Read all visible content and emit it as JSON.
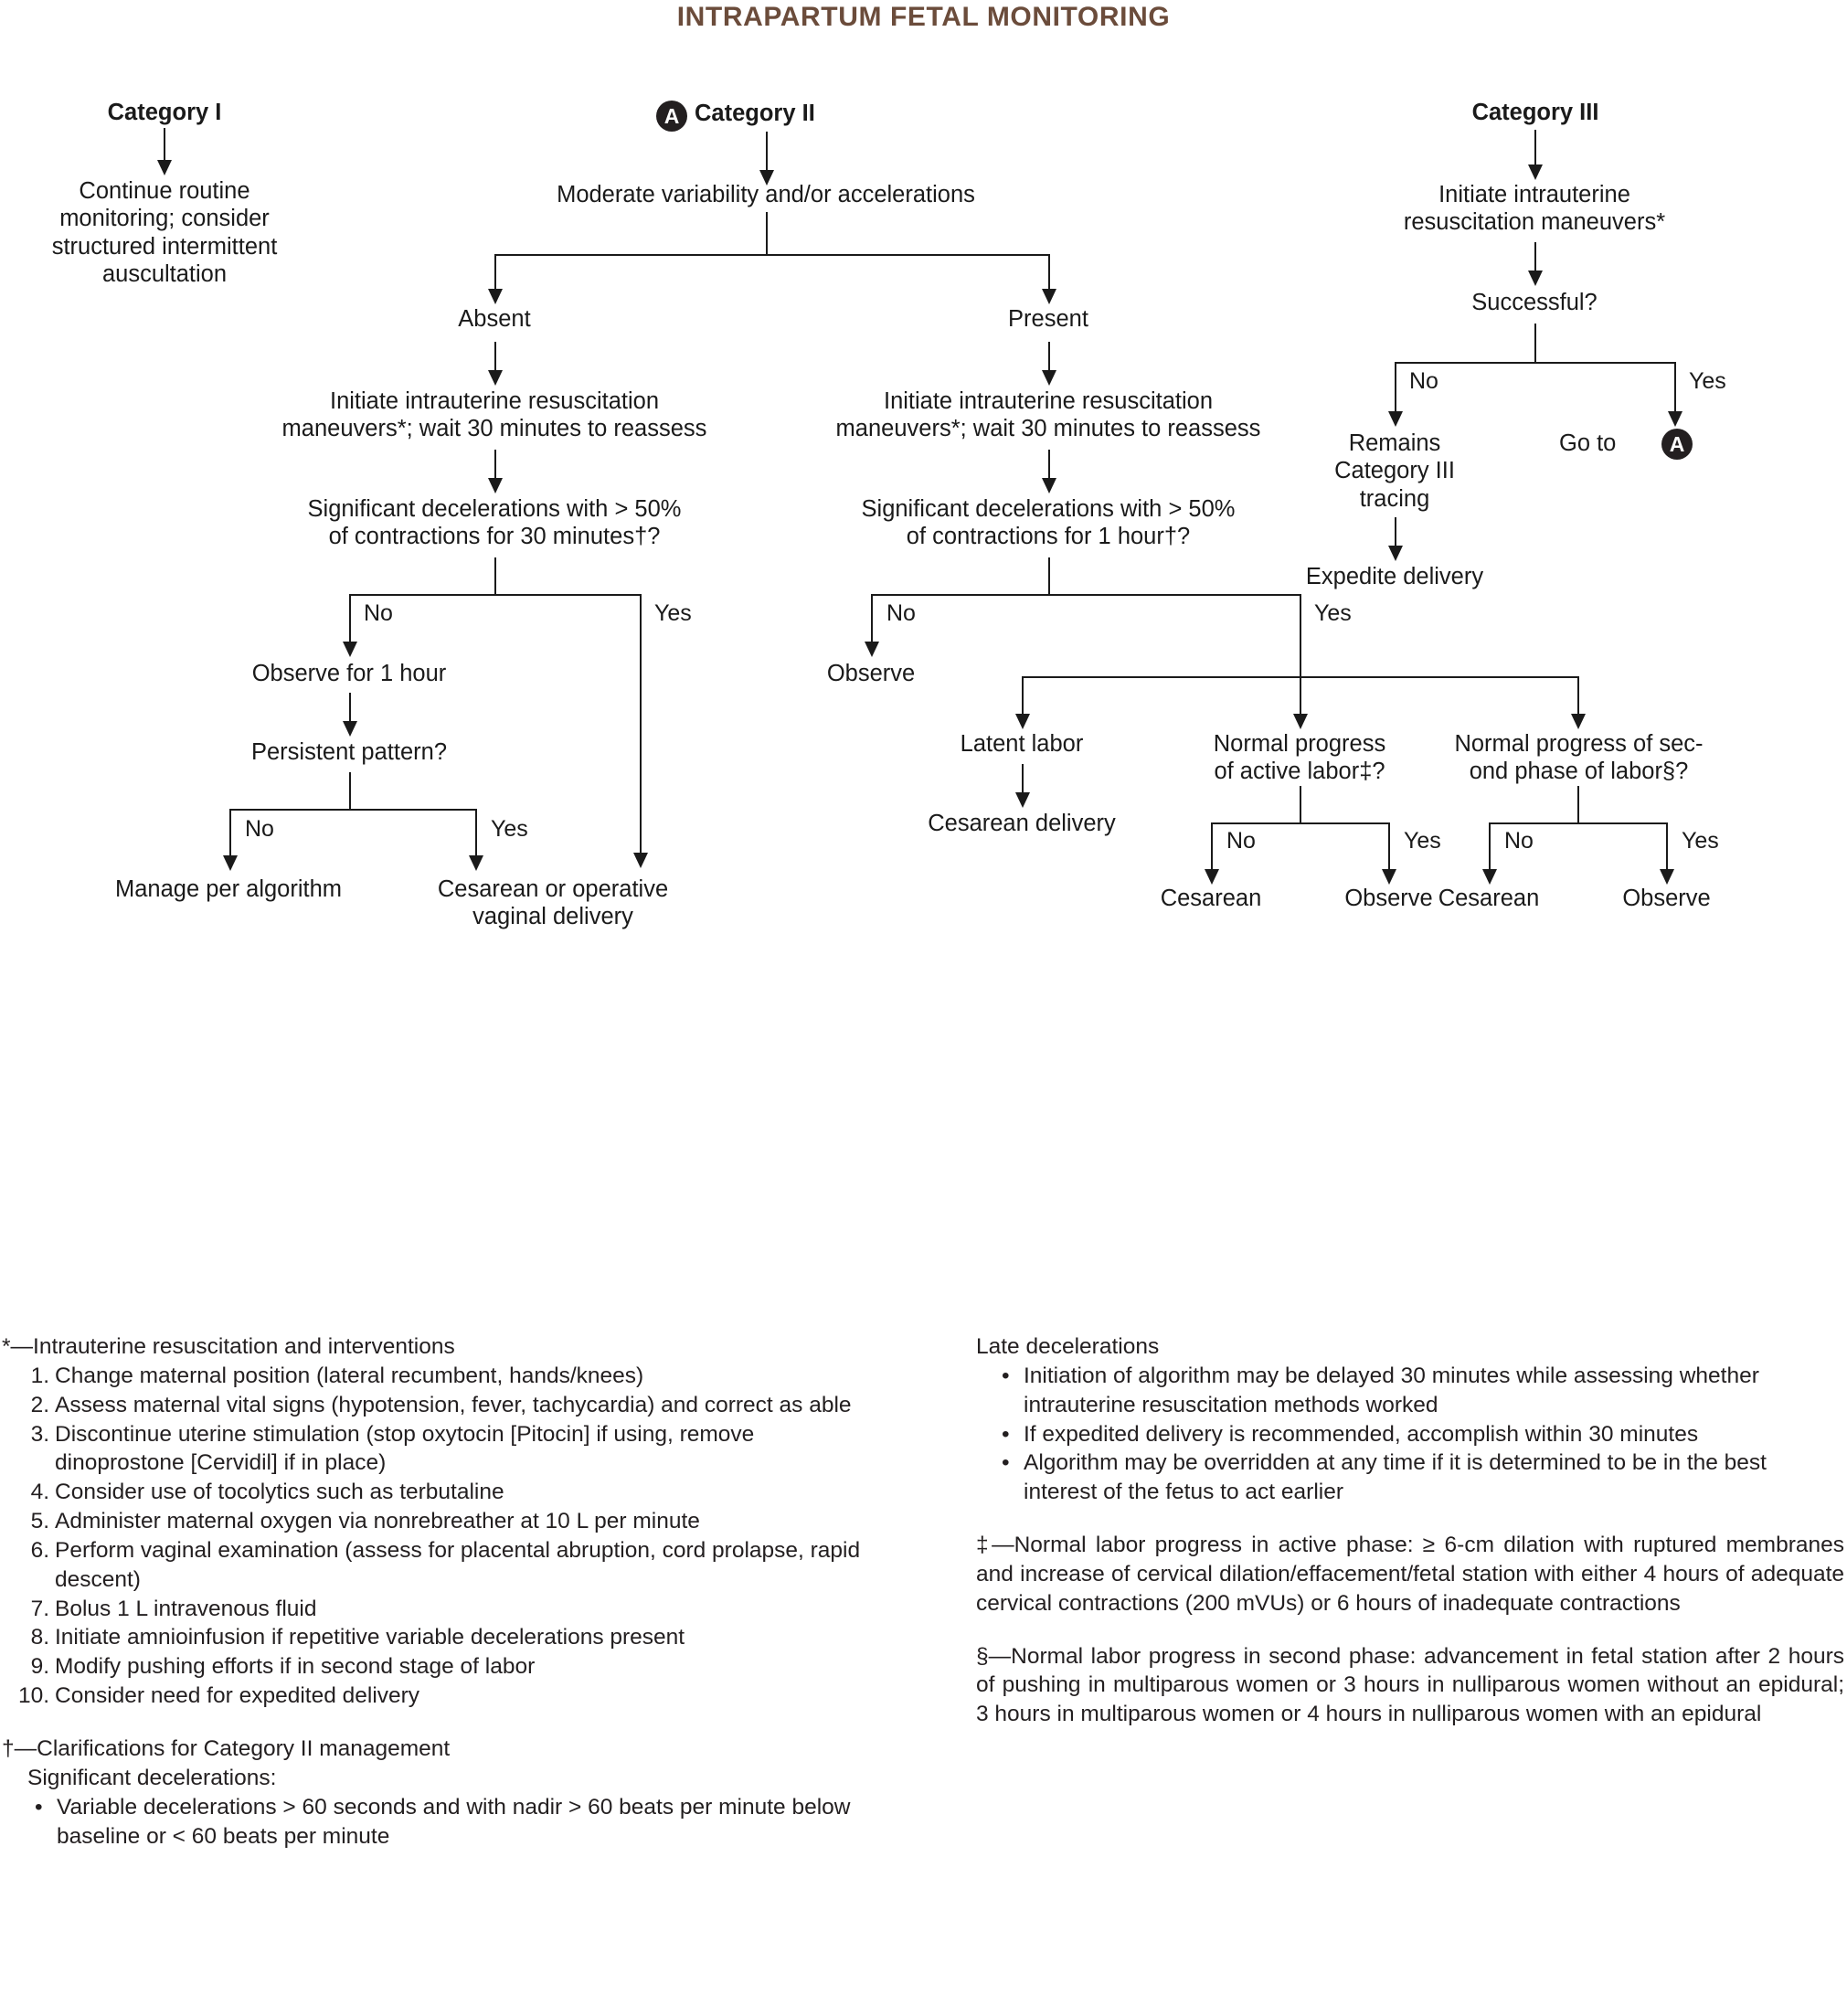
{
  "title": "INTRAPARTUM FETAL MONITORING",
  "title_color": "#6b4c3b",
  "badge": {
    "label": "A",
    "name": "circle-a-badge"
  },
  "branches": {
    "cat1": {
      "header": "Category I",
      "node1": "Continue routine\nmonitoring; consider\nstructured intermittent\nauscultation"
    },
    "cat2": {
      "header": "Category II",
      "node1": "Moderate variability and/or accelerations",
      "absent_label": "Absent",
      "present_label": "Present",
      "left": {
        "node_resus": "Initiate intrauterine resuscitation\nmaneuvers*; wait 30 minutes to reassess",
        "node_q": "Significant decelerations with > 50%\nof contractions for 30 minutes†?",
        "no": "No",
        "yes": "Yes",
        "observe": "Observe for 1 hour",
        "persistent": "Persistent pattern?",
        "no2": "No",
        "yes2": "Yes",
        "manage": "Manage per algorithm",
        "cesarean_operative": "Cesarean or operative\nvaginal delivery"
      },
      "right": {
        "node_resus": "Initiate intrauterine resuscitation\nmaneuvers*; wait 30 minutes to reassess",
        "node_q": "Significant decelerations with > 50%\nof contractions for 1 hour†?",
        "no": "No",
        "yes": "Yes",
        "observe": "Observe",
        "latent": "Latent labor",
        "latent_out": "Cesarean delivery",
        "active": "Normal progress\nof active labor‡?",
        "second": "Normal progress of sec-\nond phase of labor§?",
        "active_no": "No",
        "active_yes": "Yes",
        "second_no": "No",
        "second_yes": "Yes",
        "active_no_out": "Cesarean",
        "active_yes_out": "Observe",
        "second_no_out": "Cesarean",
        "second_yes_out": "Observe"
      }
    },
    "cat3": {
      "header": "Category III",
      "node1": "Initiate intrauterine\nresuscitation maneuvers*",
      "node2": "Successful?",
      "no": "No",
      "yes": "Yes",
      "remains": "Remains\nCategory III\ntracing",
      "goto_prefix": "Go to",
      "expedite": "Expedite delivery"
    }
  },
  "footnotes": {
    "left": {
      "star_head": "*—Intrauterine resuscitation and interventions",
      "star_items": [
        "Change maternal position (lateral recumbent, hands/knees)",
        "Assess maternal vital signs (hypotension, fever, tachycardia) and correct as able",
        "Discontinue uterine stimulation (stop oxytocin [Pitocin] if using, remove dinoprostone [Cervidil] if in place)",
        "Consider use of tocolytics such as terbutaline",
        "Administer maternal oxygen via nonrebreather at 10 L per minute",
        "Perform vaginal examination (assess for placental abruption, cord prolapse, rapid descent)",
        "Bolus 1 L intravenous fluid",
        "Initiate amnioinfusion if repetitive variable decelerations present",
        "Modify pushing efforts if in second stage of labor",
        "Consider need for expedited delivery"
      ],
      "dagger_head": "†—Clarifications for Category II management",
      "dagger_sub": "Significant decelerations:",
      "dagger_bullets": [
        "Variable decelerations > 60 seconds and with nadir > 60 beats per minute below baseline or < 60 beats per minute"
      ]
    },
    "right": {
      "late_head": "Late decelerations",
      "late_bullets": [
        "Initiation of algorithm may be delayed 30 minutes while assessing whether intrauterine resuscitation methods worked",
        "If expedited delivery is recommended, accomplish within 30 minutes",
        "Algorithm may be overridden at any time if it is determined to be in the best interest of the fetus to act earlier"
      ],
      "dbldagger": "‡—Normal labor progress in active phase: ≥ 6-cm dilation with ruptured membranes and increase of cervical dilation/effacement/fetal station with either 4 hours of adequate cervical contractions (200 mVUs) or 6 hours of inadequate contractions",
      "section": "§—Normal labor progress in second phase: advancement in fetal station after 2 hours of pushing in multiparous women or 3 hours in nulliparous women without an epidural; 3 hours in multiparous women or 4 hours in nulliparous women with an epidural"
    }
  }
}
